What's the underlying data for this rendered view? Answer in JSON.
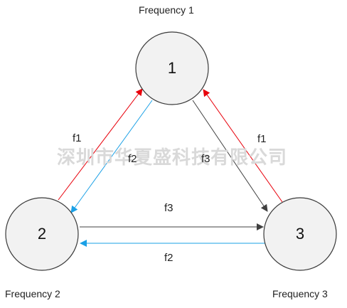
{
  "captions": {
    "node1": "Frequency 1",
    "node2": "Frequency 2",
    "node3": "Frequency 3"
  },
  "nodes": {
    "n1": "1",
    "n2": "2",
    "n3": "3"
  },
  "edges": {
    "e21_label": "f1",
    "e12_label": "f2",
    "e13_label": "f3",
    "e31_label": "f1",
    "e23_label": "f3",
    "e32_label": "f2"
  },
  "watermark": "深圳市华夏盛科技有限公司",
  "colors": {
    "red": "#e8000b",
    "blue": "#1aa0e6",
    "dark": "#404040",
    "node_fill": "#f2f2f2",
    "node_stroke": "#3a3a3a"
  }
}
